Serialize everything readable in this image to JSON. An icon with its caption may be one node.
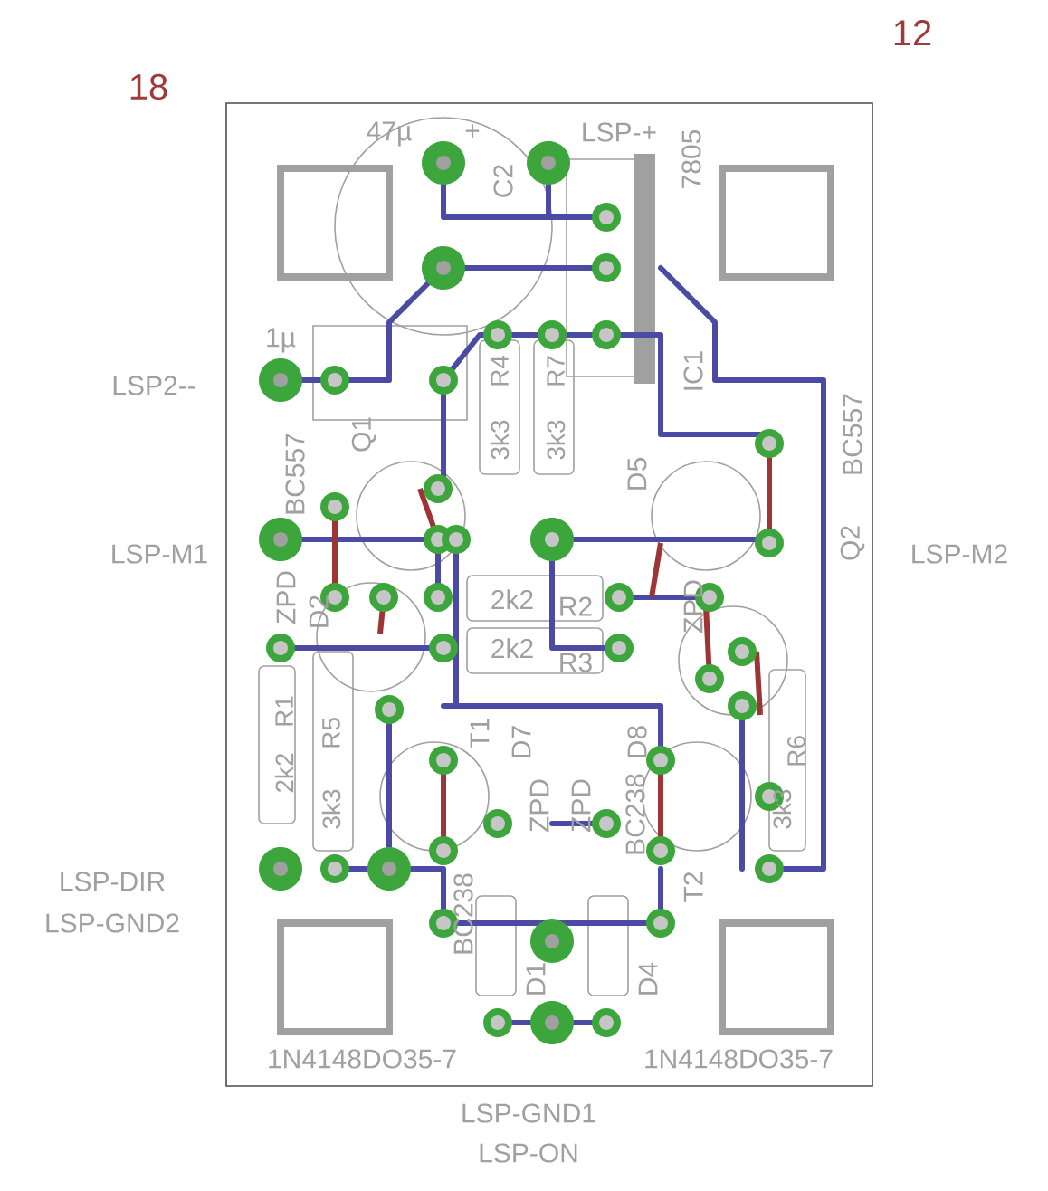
{
  "diagram": {
    "labels": [
      "18",
      "12",
      "47µ",
      "+",
      "LSP-+",
      "C2",
      "7805",
      "1µ",
      "LSP2--",
      "R4",
      "3k3",
      "R7",
      "3k3",
      "IC1",
      "Q1",
      "BC557",
      "BC557",
      "Q2",
      "LSP-M1",
      "LSP-M2",
      "D5",
      "ZPD",
      "D2",
      "2k2",
      "R2",
      "2k2",
      "R3",
      "ZPD",
      "R1",
      "2k2",
      "R5",
      "3k3",
      "T1",
      "D7",
      "D8",
      "ZPD",
      "ZPD",
      "R6",
      "3k3",
      "BC238",
      "BC238",
      "T2",
      "LSP-DIR",
      "LSP-GND2",
      "D1",
      "D4",
      "1N4148DO35-7",
      "1N4148DO35-7",
      "LSP-GND1",
      "LSP-ON"
    ]
  }
}
